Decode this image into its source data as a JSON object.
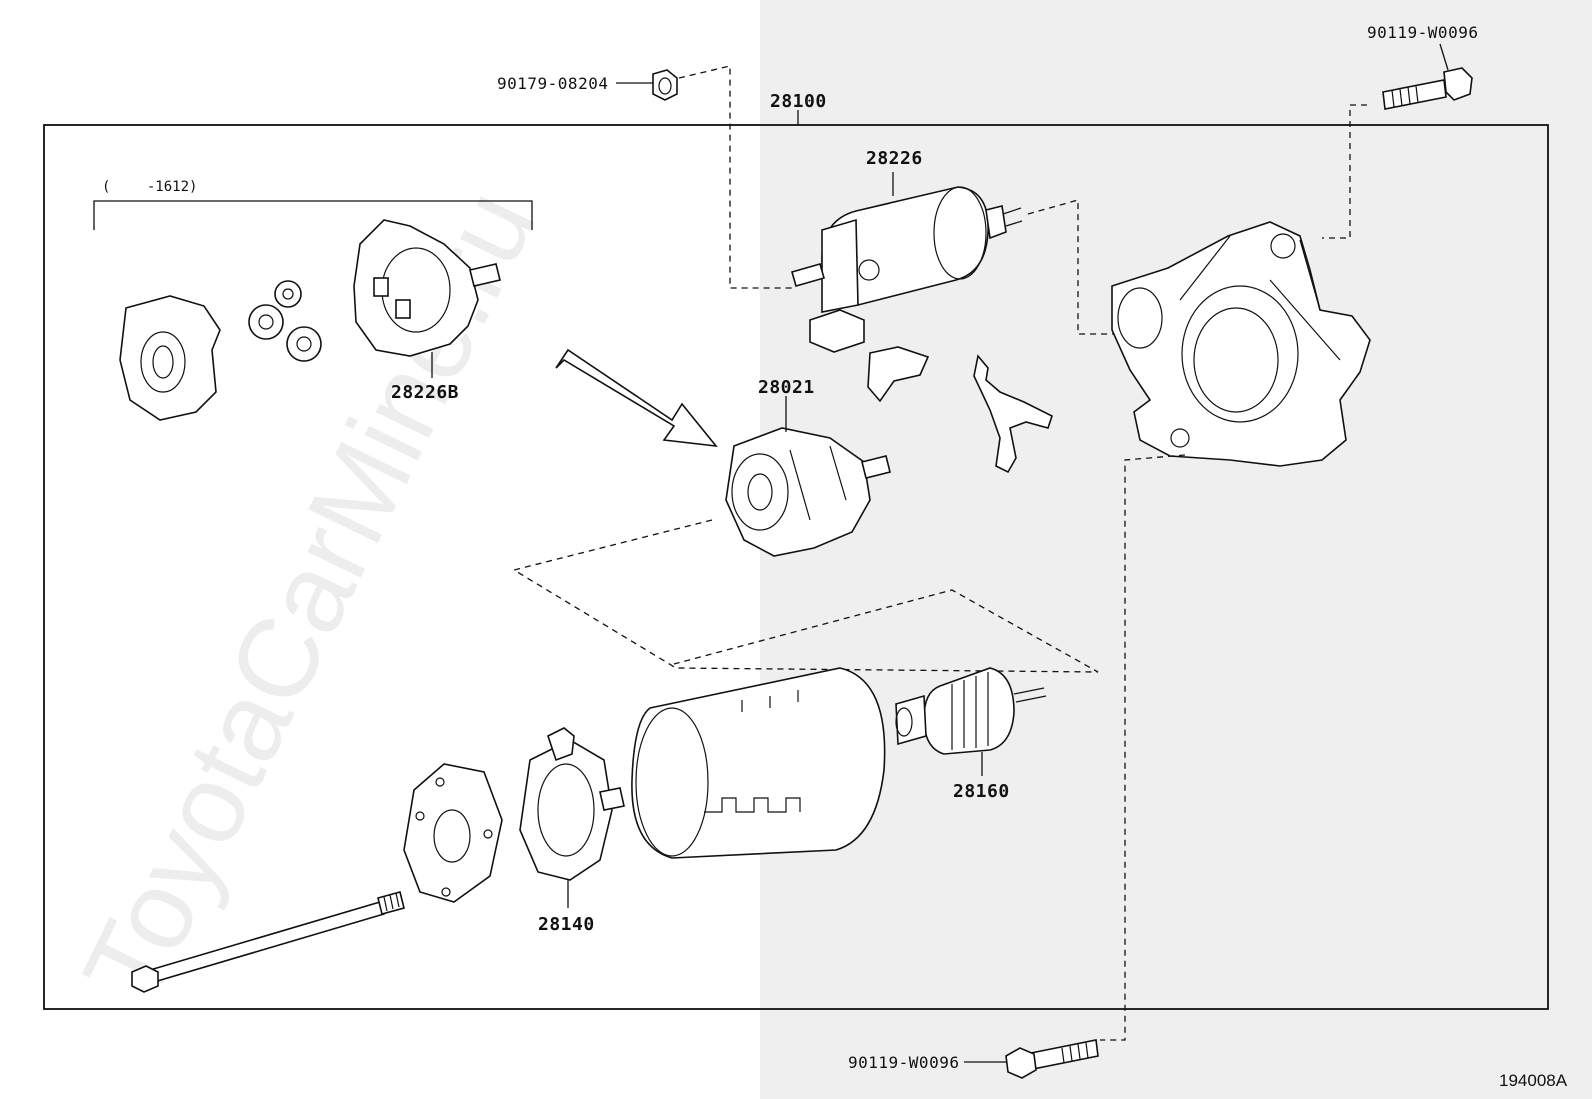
{
  "diagram": {
    "watermark": "ToyotaCarMine.ru",
    "figure_id": "194008A",
    "assembly_label": "28100",
    "range_note": "(　　 -1612)",
    "parts": [
      {
        "id": "nut",
        "label": "90179-08204"
      },
      {
        "id": "bolt-top",
        "label": "90119-W0096"
      },
      {
        "id": "bolt-bottom",
        "label": "90119-W0096"
      },
      {
        "id": "solenoid",
        "label": "28226"
      },
      {
        "id": "brush-holder-old",
        "label": "28226B"
      },
      {
        "id": "brush-holder",
        "label": "28021"
      },
      {
        "id": "armature",
        "label": "28160"
      },
      {
        "id": "end-frame",
        "label": "28140"
      }
    ]
  }
}
